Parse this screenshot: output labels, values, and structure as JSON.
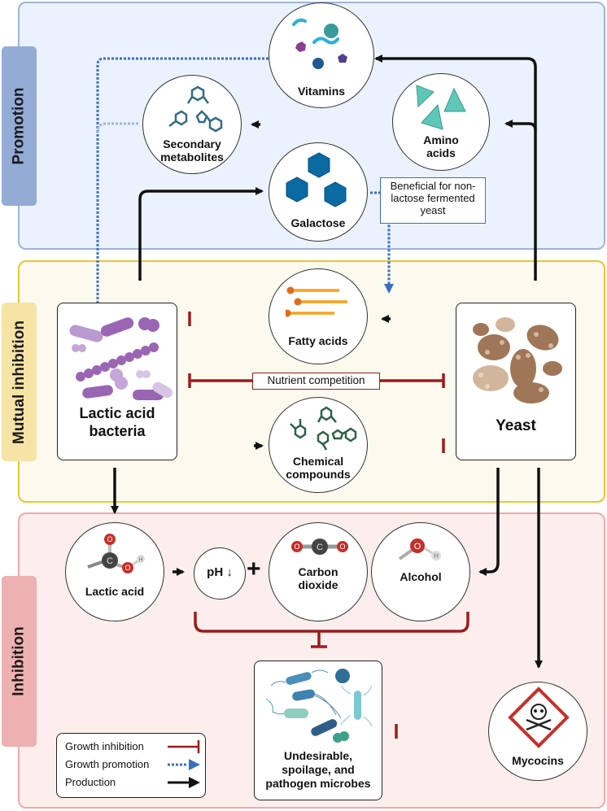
{
  "sections": {
    "promotion": "Promotion",
    "mutual_inhibition": "Mutual inhibition",
    "inhibition": "Inhibition"
  },
  "promotion": {
    "vitamins": "Vitamins",
    "secondary_metabolites": [
      "Secondary",
      "metabolites"
    ],
    "amino_acids": [
      "Amino",
      "acids"
    ],
    "galactose": "Galactose",
    "note": [
      "Beneficial for non-",
      "lactose fermented",
      "yeast"
    ]
  },
  "mutual": {
    "lab": [
      "Lactic acid",
      "bacteria"
    ],
    "yeast": "Yeast",
    "fatty_acids": "Fatty acids",
    "nutrient_competition": "Nutrient competition",
    "chemical_compounds": [
      "Chemical",
      "compounds"
    ]
  },
  "inhibition": {
    "lactic_acid": "Lactic acid",
    "ph": "pH",
    "ph_arrow": "↓",
    "plus": "+",
    "carbon_dioxide": [
      "Carbon",
      "dioxide"
    ],
    "alcohol": "Alcohol",
    "microbes": [
      "Undesirable,",
      "spoilage, and",
      "pathogen microbes"
    ],
    "mycocins": "Mycocins",
    "atoms": {
      "O": "O",
      "C": "C",
      "H": "H"
    }
  },
  "legend": {
    "items": [
      {
        "label": "Growth inhibition",
        "type": "inhibition"
      },
      {
        "label": "Growth promotion",
        "type": "promotion"
      },
      {
        "label": "Production",
        "type": "production"
      }
    ]
  },
  "colors": {
    "inhibition": "#9b1c1c",
    "promotion": "#3a6fbf",
    "production": "#111111"
  }
}
